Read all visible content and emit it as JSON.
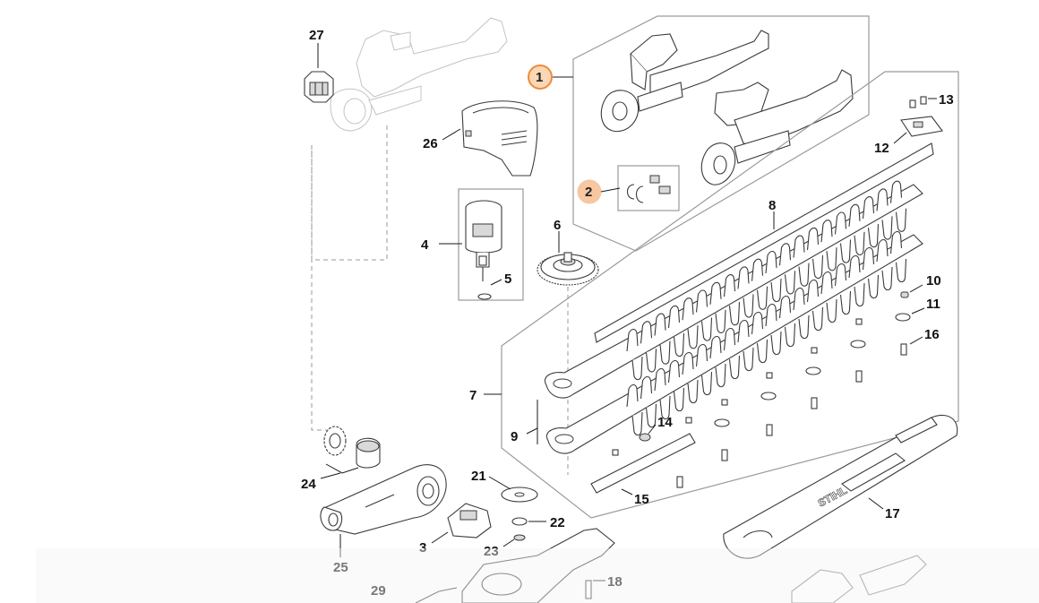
{
  "colors": {
    "highlight_ring": "#ee8a3c",
    "highlight_fill": "#fbd7b6",
    "soft_fill": "#f6c7a0",
    "line": "#1a1a1a",
    "frame": "#9a9a9a"
  },
  "callouts": {
    "c1": "1",
    "c2": "2",
    "c3": "3",
    "c4": "4",
    "c5": "5",
    "c6": "6",
    "c7": "7",
    "c8": "8",
    "c9": "9",
    "c10": "10",
    "c11": "11",
    "c12": "12",
    "c13": "13",
    "c14": "14",
    "c15": "15",
    "c16": "16",
    "c17": "17",
    "c18": "18",
    "c21": "21",
    "c22": "22",
    "c23": "23",
    "c24": "24",
    "c25": "25",
    "c26": "26",
    "c27": "27",
    "c29": "29"
  },
  "brand_mark": "STIHL"
}
